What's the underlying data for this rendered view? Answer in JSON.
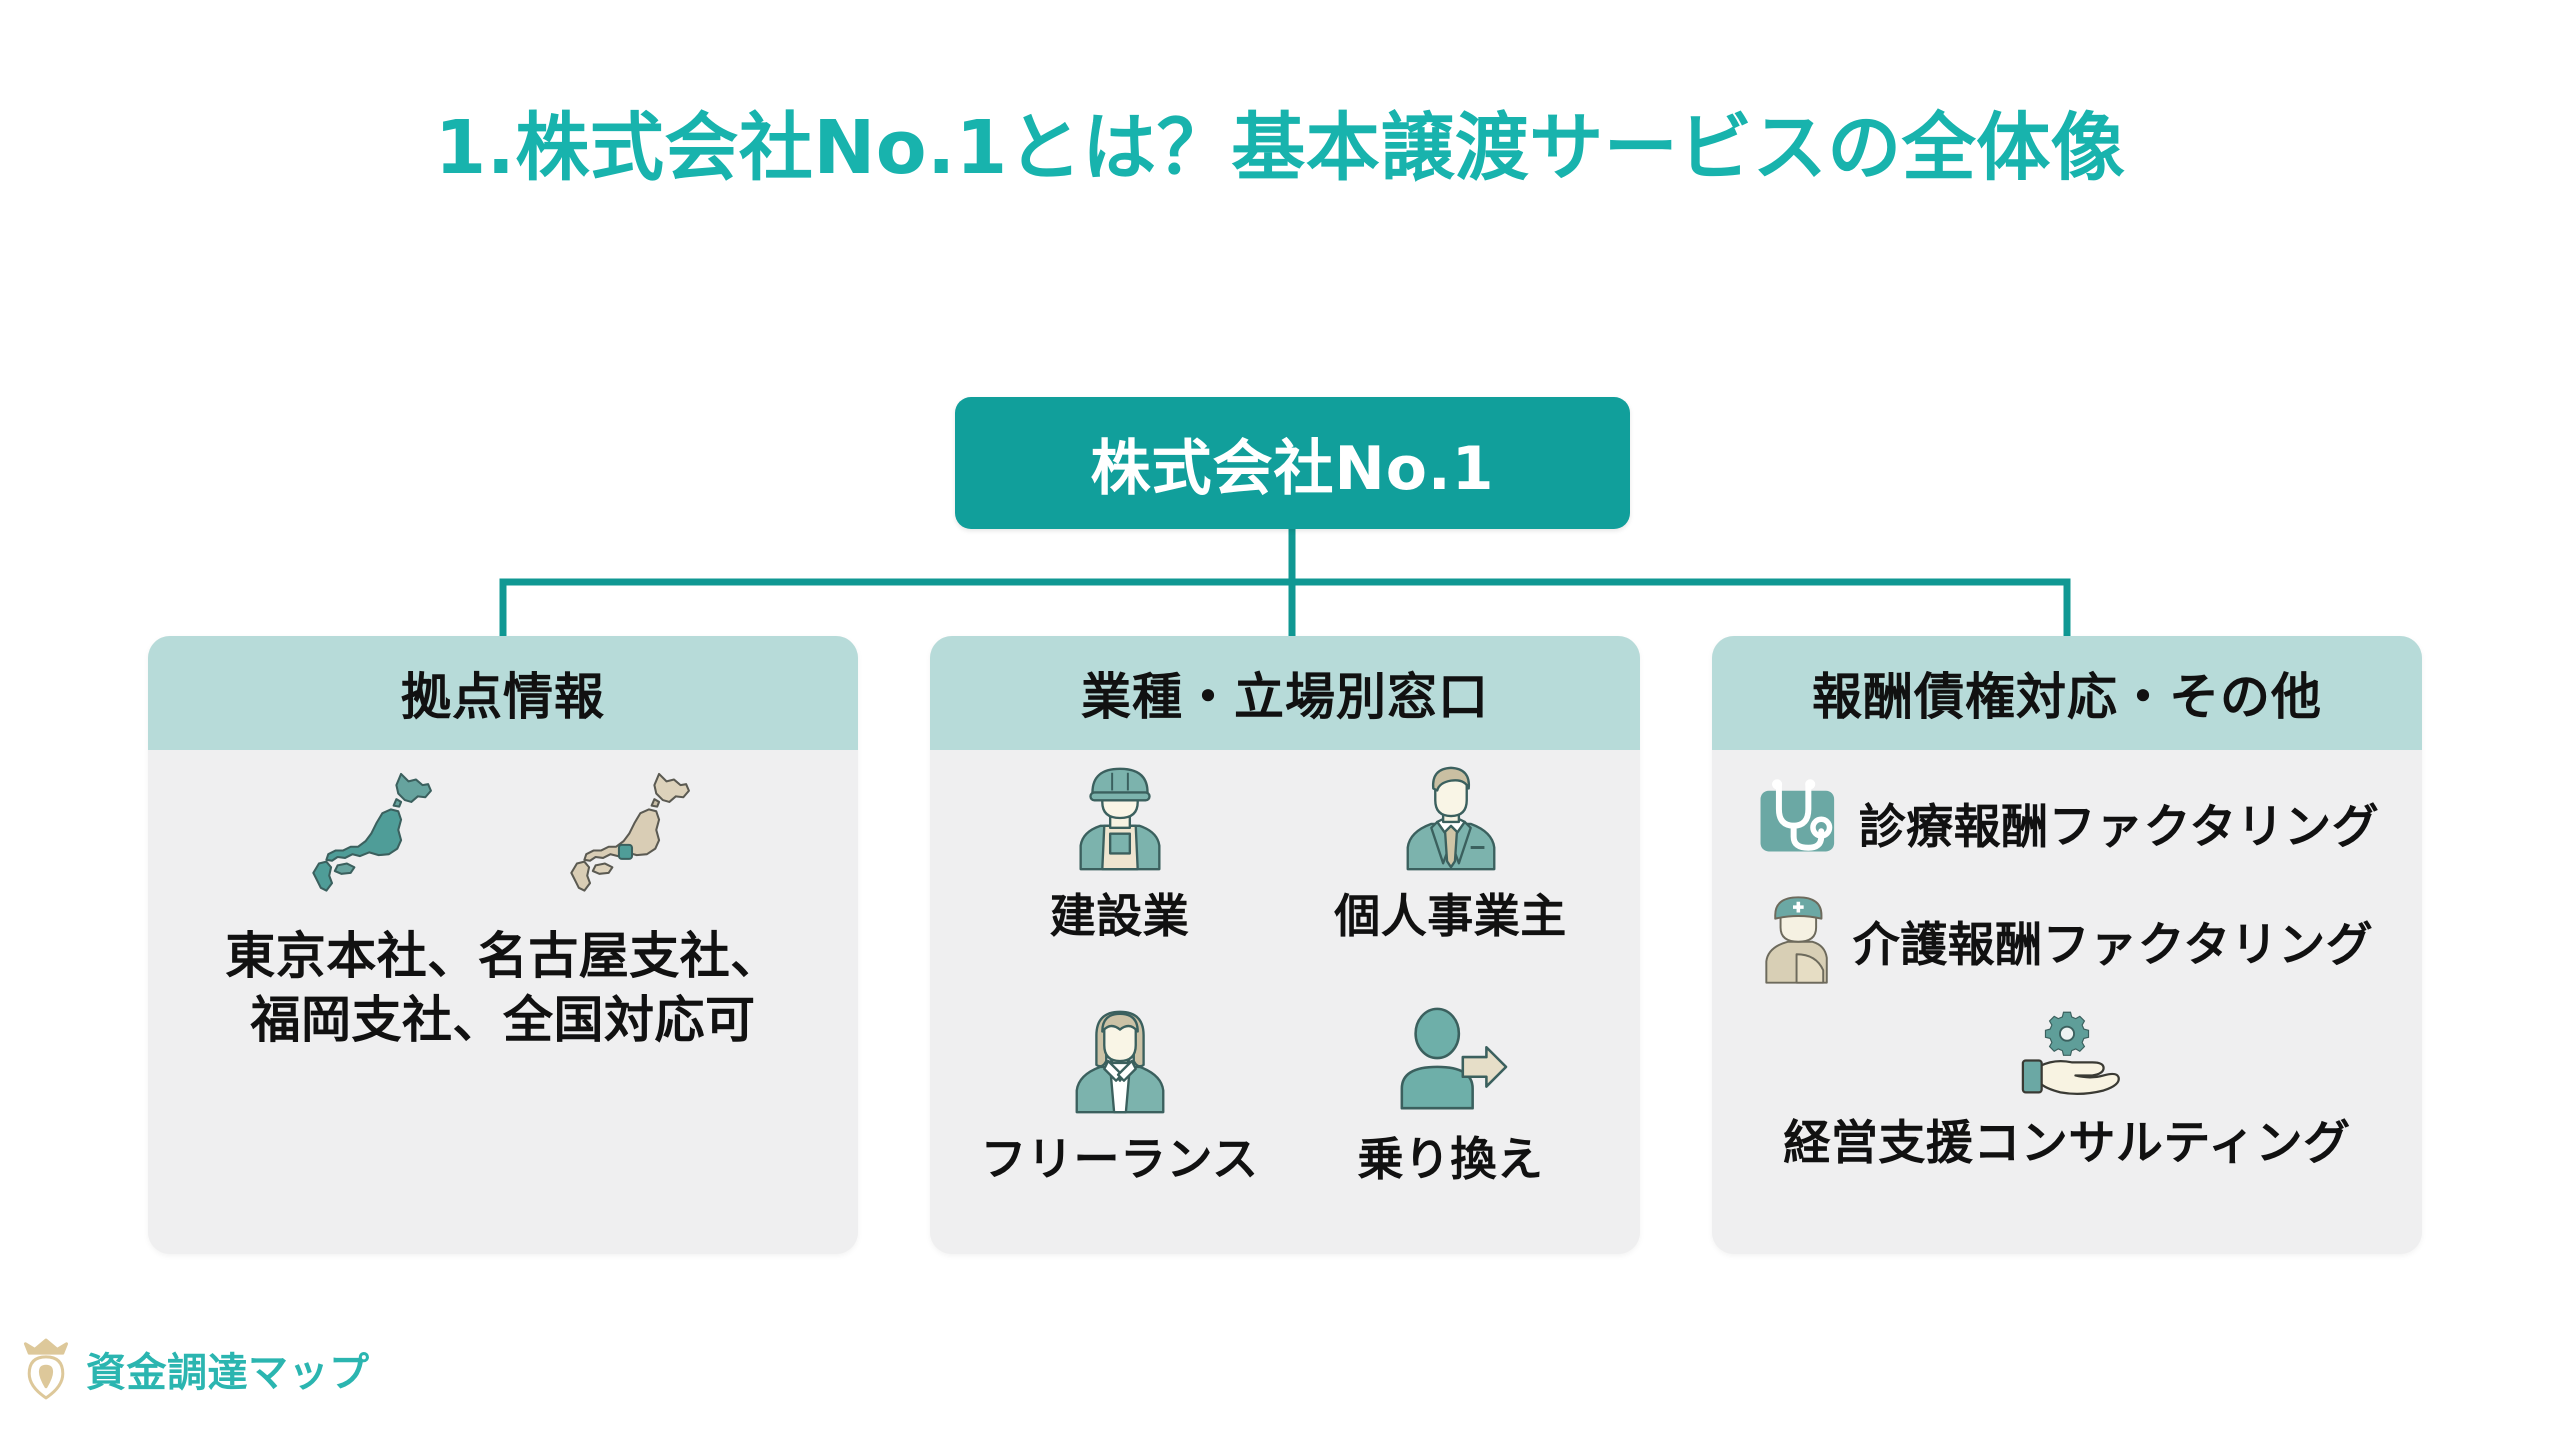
{
  "slide": {
    "title": "1.株式会社No.1とは？基本譲渡サービスの全体像",
    "background_color": "#ffffff",
    "accent_color": "#18b3ad"
  },
  "diagram": {
    "type": "org-chart",
    "root": {
      "label": "株式会社No.1",
      "fill_color": "#119f9b",
      "text_color": "#ffffff"
    },
    "connector_color": "#109893",
    "cards": [
      {
        "header": "拠点情報",
        "header_color": "#b7dbd9",
        "body_color": "#efeff0",
        "icons": [
          "japan-map-teal-icon",
          "japan-map-beige-icon"
        ],
        "body_text": "東京本社、名古屋支社、\n福岡支社、全国対応可",
        "body_lines": [
          "東京本社、名古屋支社、",
          "福岡支社、全国対応可"
        ]
      },
      {
        "header": "業種・立場別窓口",
        "header_color": "#b7dbd9",
        "body_color": "#efeff0",
        "items": [
          {
            "icon": "construction-worker-icon",
            "label": "建設業"
          },
          {
            "icon": "businessman-icon",
            "label": "個人事業主"
          },
          {
            "icon": "freelancer-woman-icon",
            "label": "フリーランス"
          },
          {
            "icon": "person-switch-arrow-icon",
            "label": "乗り換え"
          }
        ]
      },
      {
        "header": "報酬債権対応・その他",
        "header_color": "#b7dbd9",
        "body_color": "#efeff0",
        "items": [
          {
            "icon": "stethoscope-icon",
            "label": "診療報酬ファクタリング"
          },
          {
            "icon": "nurse-icon",
            "label": "介護報酬ファクタリング"
          },
          {
            "icon": "gear-in-hand-icon",
            "label": "経営支援コンサルティング"
          }
        ]
      }
    ]
  },
  "footer": {
    "logo_icon": "crown-map-pin-icon",
    "logo_text": "資金調達マップ",
    "logo_text_color": "#2bb5b0",
    "logo_icon_color": "#ddc89a"
  }
}
